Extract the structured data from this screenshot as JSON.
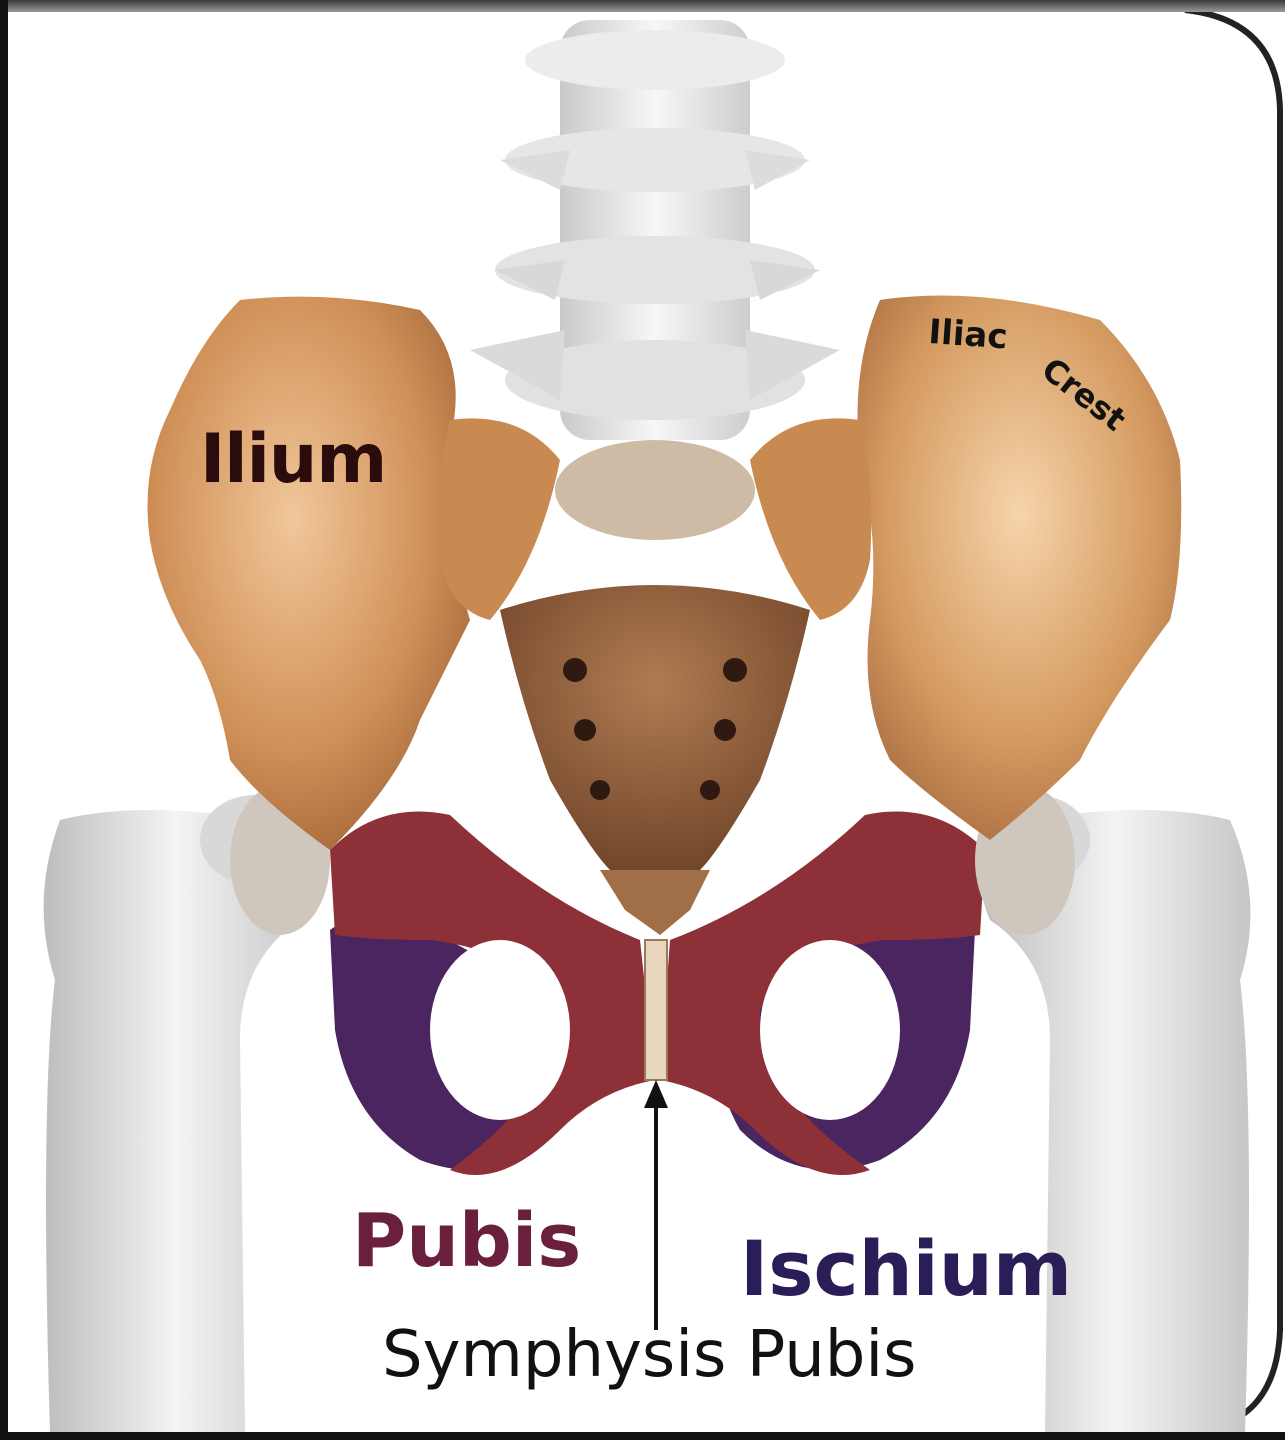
{
  "labels": {
    "ilium": "Ilium",
    "iliac": "Iliac",
    "crest": "Crest",
    "pubis": "Pubis",
    "ischium": "Ischium",
    "symphysis": "Symphysis Pubis"
  },
  "colors": {
    "ilium_bone": "#c98a52",
    "pubis_region": "#8e3038",
    "ischium_region": "#4a2560",
    "sacrum": "#8b5a38",
    "spine": "#e4e4e4",
    "femur": "#e8e8e8"
  }
}
